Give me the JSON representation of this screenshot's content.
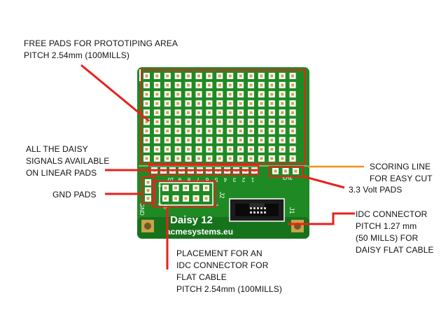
{
  "board": {
    "name": "Daisy 12",
    "brand": "acmesystems.eu",
    "silk": {
      "gnd": "GND",
      "v33": "3V3",
      "j1": "J1",
      "j2": "J2",
      "pin_numbers": [
        "1",
        "2",
        "3",
        "4",
        "5",
        "6",
        "7",
        "8",
        "9",
        "10"
      ],
      "pin_1": "1",
      "pin_10": "10",
      "pin_2": "2",
      "pin_9": "9"
    },
    "colors": {
      "board_green": "#1f8a24",
      "pad_gold": "#c9a24a",
      "silkscreen": "#ffffff",
      "callout_red": "#e8211c",
      "scoring_orange": "#f39019"
    }
  },
  "callouts": {
    "free_pads": [
      "FREE PADS FOR PROTOTIPING AREA",
      "PITCH 2.54mm (100MILLS)"
    ],
    "daisy_signals": [
      "ALL THE DAISY",
      "SIGNALS AVAILABLE",
      "ON LINEAR PADS"
    ],
    "gnd_pads": [
      "GND PADS"
    ],
    "scoring_line": [
      "SCORING LINE",
      "FOR EASY CUT"
    ],
    "v33_pads": [
      "3.3 Volt PADS"
    ],
    "idc_connector": [
      "IDC CONNECTOR",
      "PITCH 1.27 mm",
      "(50 MILLS) FOR",
      "DAISY FLAT CABLE"
    ],
    "placement": [
      "PLACEMENT FOR AN",
      "IDC CONNECTOR  FOR",
      "FLAT CABLE",
      "PITCH 2.54mm (100MILLS)"
    ]
  }
}
